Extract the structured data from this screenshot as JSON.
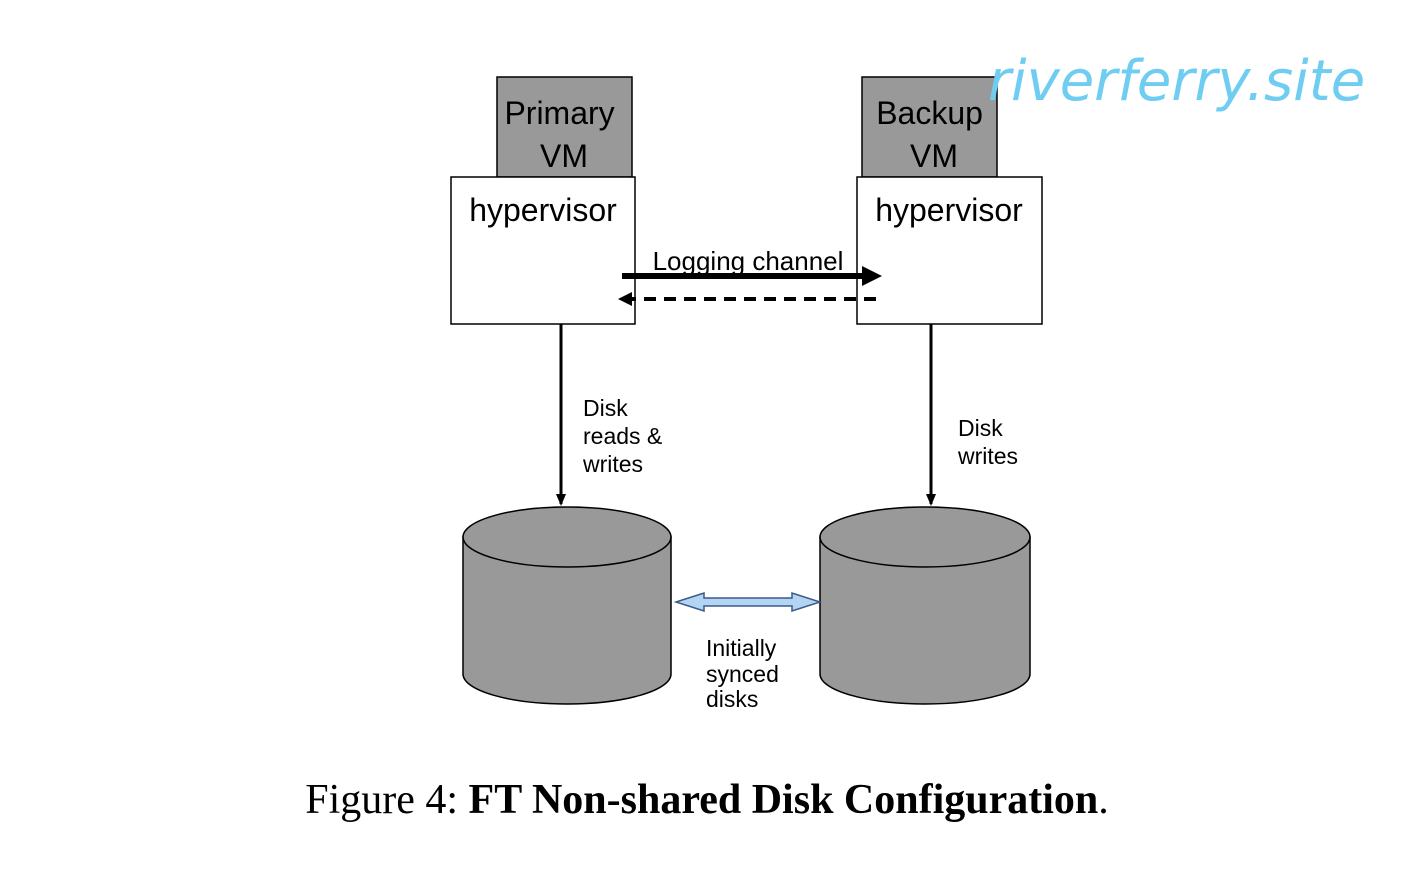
{
  "nodes": {
    "primary_vm": "Primary VM",
    "backup_vm": "Backup VM",
    "primary_hypervisor": "hypervisor",
    "backup_hypervisor": "hypervisor"
  },
  "edges": {
    "logging_channel": "Logging channel",
    "primary_disk": "Disk reads & writes",
    "backup_disk": "Disk writes",
    "sync": "Initially synced disks"
  },
  "lines": {
    "primary_vm": [
      "Primary",
      "VM"
    ],
    "backup_vm": [
      "Backup",
      "VM"
    ],
    "primary_disk": [
      "Disk",
      "reads &",
      "writes"
    ],
    "backup_disk": [
      "Disk",
      "writes"
    ],
    "sync": [
      "Initially",
      "synced",
      "disks"
    ]
  },
  "caption": {
    "prefix": "Figure 4: ",
    "title": "FT Non-shared Disk Configuration",
    "suffix": "."
  },
  "watermark": "riverferry.site",
  "colors": {
    "vm_fill": "#999999",
    "disk_fill": "#999999",
    "sync_arrow_fill": "#b4d4f4",
    "sync_arrow_stroke": "#3a5a88",
    "watermark": "#6fcdf2"
  }
}
